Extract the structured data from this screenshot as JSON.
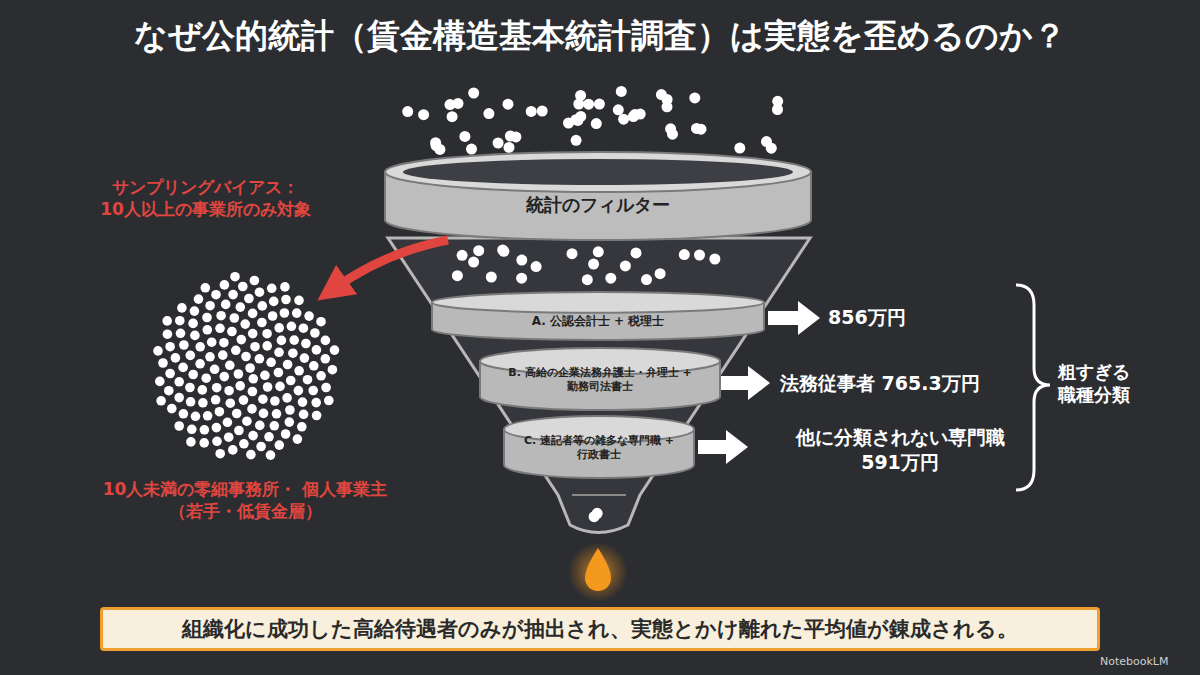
{
  "diagram": {
    "title": "なぜ公的統計（賃金構造基本統計調査）は実態を歪めるのか？",
    "caption": "組織化に成功した高給待遇者のみが抽出され、実態とかけ離れた平均値が錬成される。",
    "nodes": [
      {
        "text": [
          "統計のフィルター"
        ]
      },
      {
        "text": [
          "A. 公認会計士 + 税理士"
        ]
      },
      {
        "text": [
          "B. 高給の企業法務弁護士・弁理士 + 勤務司法書士"
        ]
      },
      {
        "text": [
          "C. 速記者等の雑多な専門職 + 行政書士"
        ]
      }
    ],
    "labels": [
      "サンプリングバイアス： 10人以上の事業所のみ対象",
      "10人未満の零細事務所・ 個人事業主（若手・低賃金層）",
      "856万円",
      "法務従事者 765.3万円",
      "他に分類されない専門職 591万円",
      "粗すぎる 職種分類",
      "NotebookLM"
    ]
  }
}
